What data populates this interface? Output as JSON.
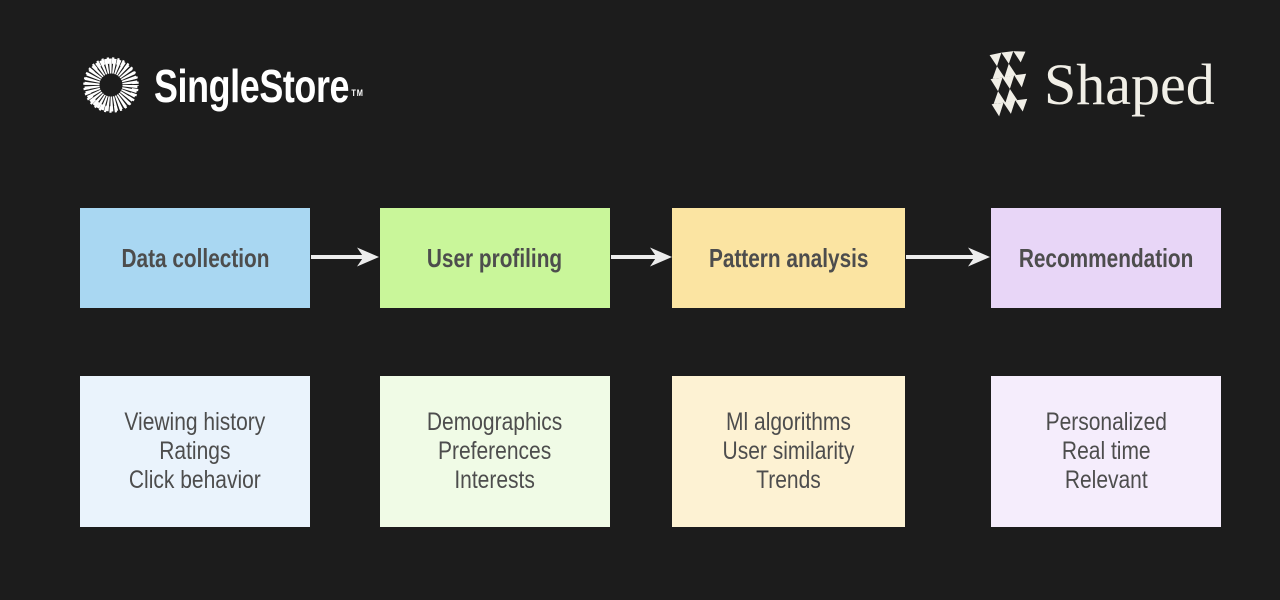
{
  "page": {
    "background": "#1c1c1c"
  },
  "header": {
    "singlestore": {
      "wordmark": "SingleStore",
      "trademark": "TM",
      "icon": "singlestore-sunburst-icon",
      "color": "#ffffff"
    },
    "shaped": {
      "wordmark": "Shaped",
      "icon": "shaped-flag-icon",
      "color": "#f1efe7"
    }
  },
  "flow": {
    "text_color": "#4d4d4d",
    "arrow_color": "#ededed",
    "stages": [
      {
        "title": "Data collection",
        "title_bg": "#a9d7f2",
        "details_bg": "#eaf3fc",
        "details": [
          "Viewing history",
          "Ratings",
          "Click behavior"
        ]
      },
      {
        "title": "User profiling",
        "title_bg": "#c9f69a",
        "details_bg": "#f0fbe6",
        "details": [
          "Demographics",
          "Preferences",
          "Interests"
        ]
      },
      {
        "title": "Pattern analysis",
        "title_bg": "#fbe4a2",
        "details_bg": "#fdf2d3",
        "details": [
          "Ml algorithms",
          "User similarity",
          "Trends"
        ]
      },
      {
        "title": "Recommendation",
        "title_bg": "#e8d6f7",
        "details_bg": "#f5edfc",
        "details": [
          "Personalized",
          "Real time",
          "Relevant"
        ]
      }
    ]
  }
}
